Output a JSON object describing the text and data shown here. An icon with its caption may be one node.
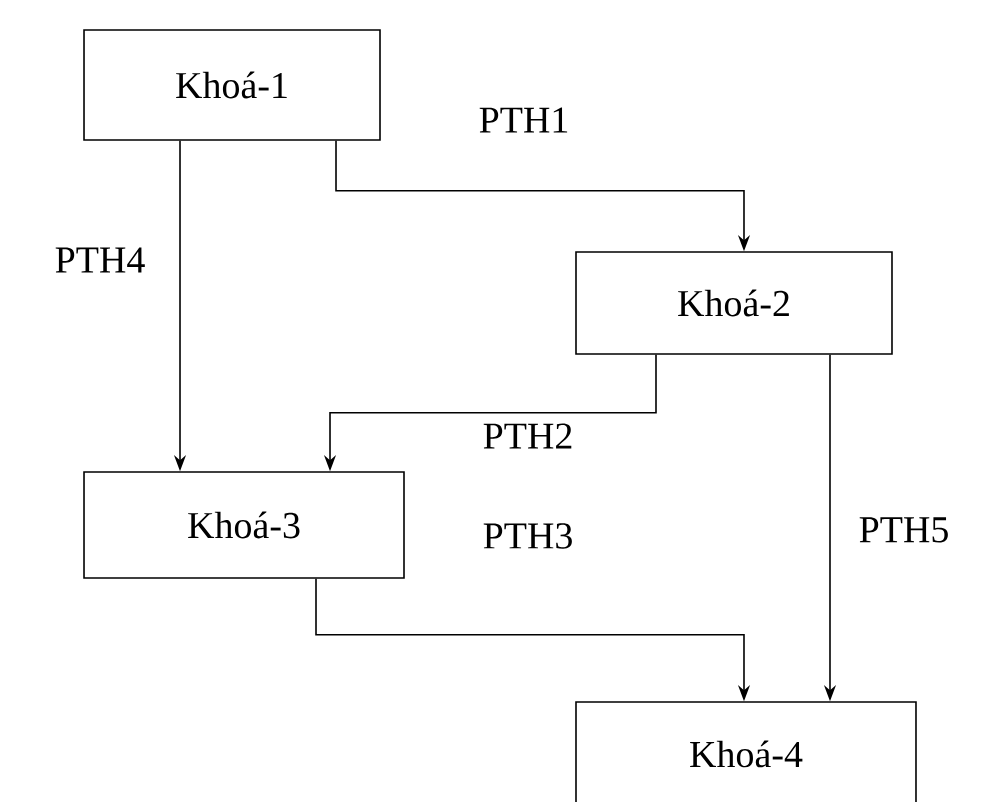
{
  "diagram": {
    "nodes": [
      {
        "text": [
          "Khoá-1"
        ]
      },
      {
        "text": [
          "Khoá-2"
        ]
      },
      {
        "text": [
          "Khoá-3"
        ]
      },
      {
        "text": [
          "Khoá-4"
        ]
      }
    ],
    "edges": [
      {
        "from": 0,
        "to": 1,
        "arrow": "to",
        "label": "PTH1"
      },
      {
        "from": 0,
        "to": 2,
        "arrow": "to",
        "label": "PTH4"
      },
      {
        "from": 1,
        "to": 2,
        "arrow": "to",
        "label": "PTH2"
      },
      {
        "from": 2,
        "to": 3,
        "arrow": "to",
        "label": "PTH3"
      },
      {
        "from": 1,
        "to": 3,
        "arrow": "to",
        "label": "PTH5"
      }
    ]
  }
}
